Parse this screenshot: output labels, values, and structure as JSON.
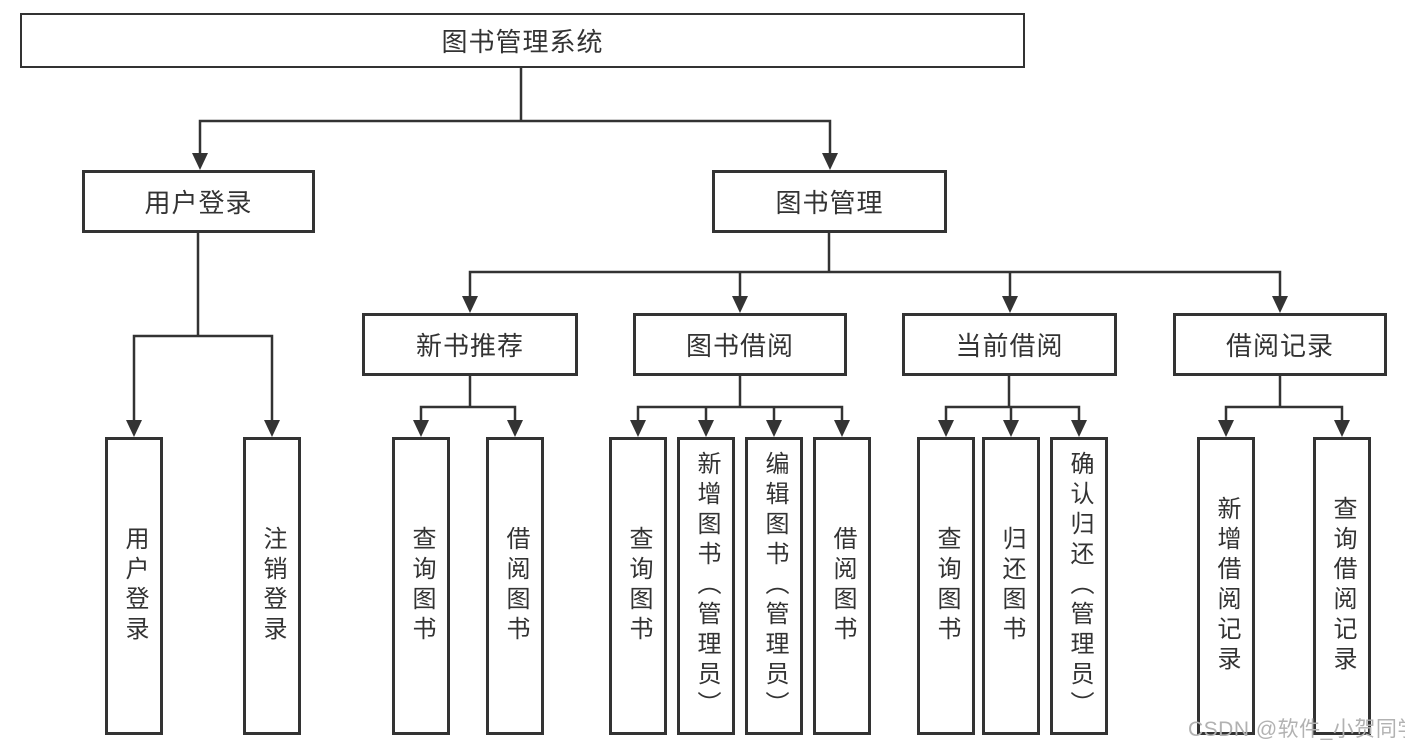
{
  "diagram": {
    "root": {
      "label": "图书管理系统"
    },
    "level2": [
      {
        "label": "用户登录"
      },
      {
        "label": "图书管理"
      }
    ],
    "level3": [
      {
        "label": "新书推荐"
      },
      {
        "label": "图书借阅"
      },
      {
        "label": "当前借阅"
      },
      {
        "label": "借阅记录"
      }
    ],
    "leaves": [
      {
        "label": "用户登录"
      },
      {
        "label": "注销登录"
      },
      {
        "label": "查询图书"
      },
      {
        "label": "借阅图书"
      },
      {
        "label": "查询图书"
      },
      {
        "label": "新增图书（管理员）"
      },
      {
        "label": "编辑图书（管理员）"
      },
      {
        "label": "借阅图书"
      },
      {
        "label": "查询图书"
      },
      {
        "label": "归还图书"
      },
      {
        "label": "确认归还（管理员）"
      },
      {
        "label": "新增借阅记录"
      },
      {
        "label": "查询借阅记录"
      }
    ],
    "watermark": "CSDN @软件_小贺同学",
    "colors": {
      "line": "#333333",
      "text": "#333333",
      "box_background": "#ffffff",
      "watermark": "#b2b2b2",
      "background": "#ffffff"
    }
  }
}
